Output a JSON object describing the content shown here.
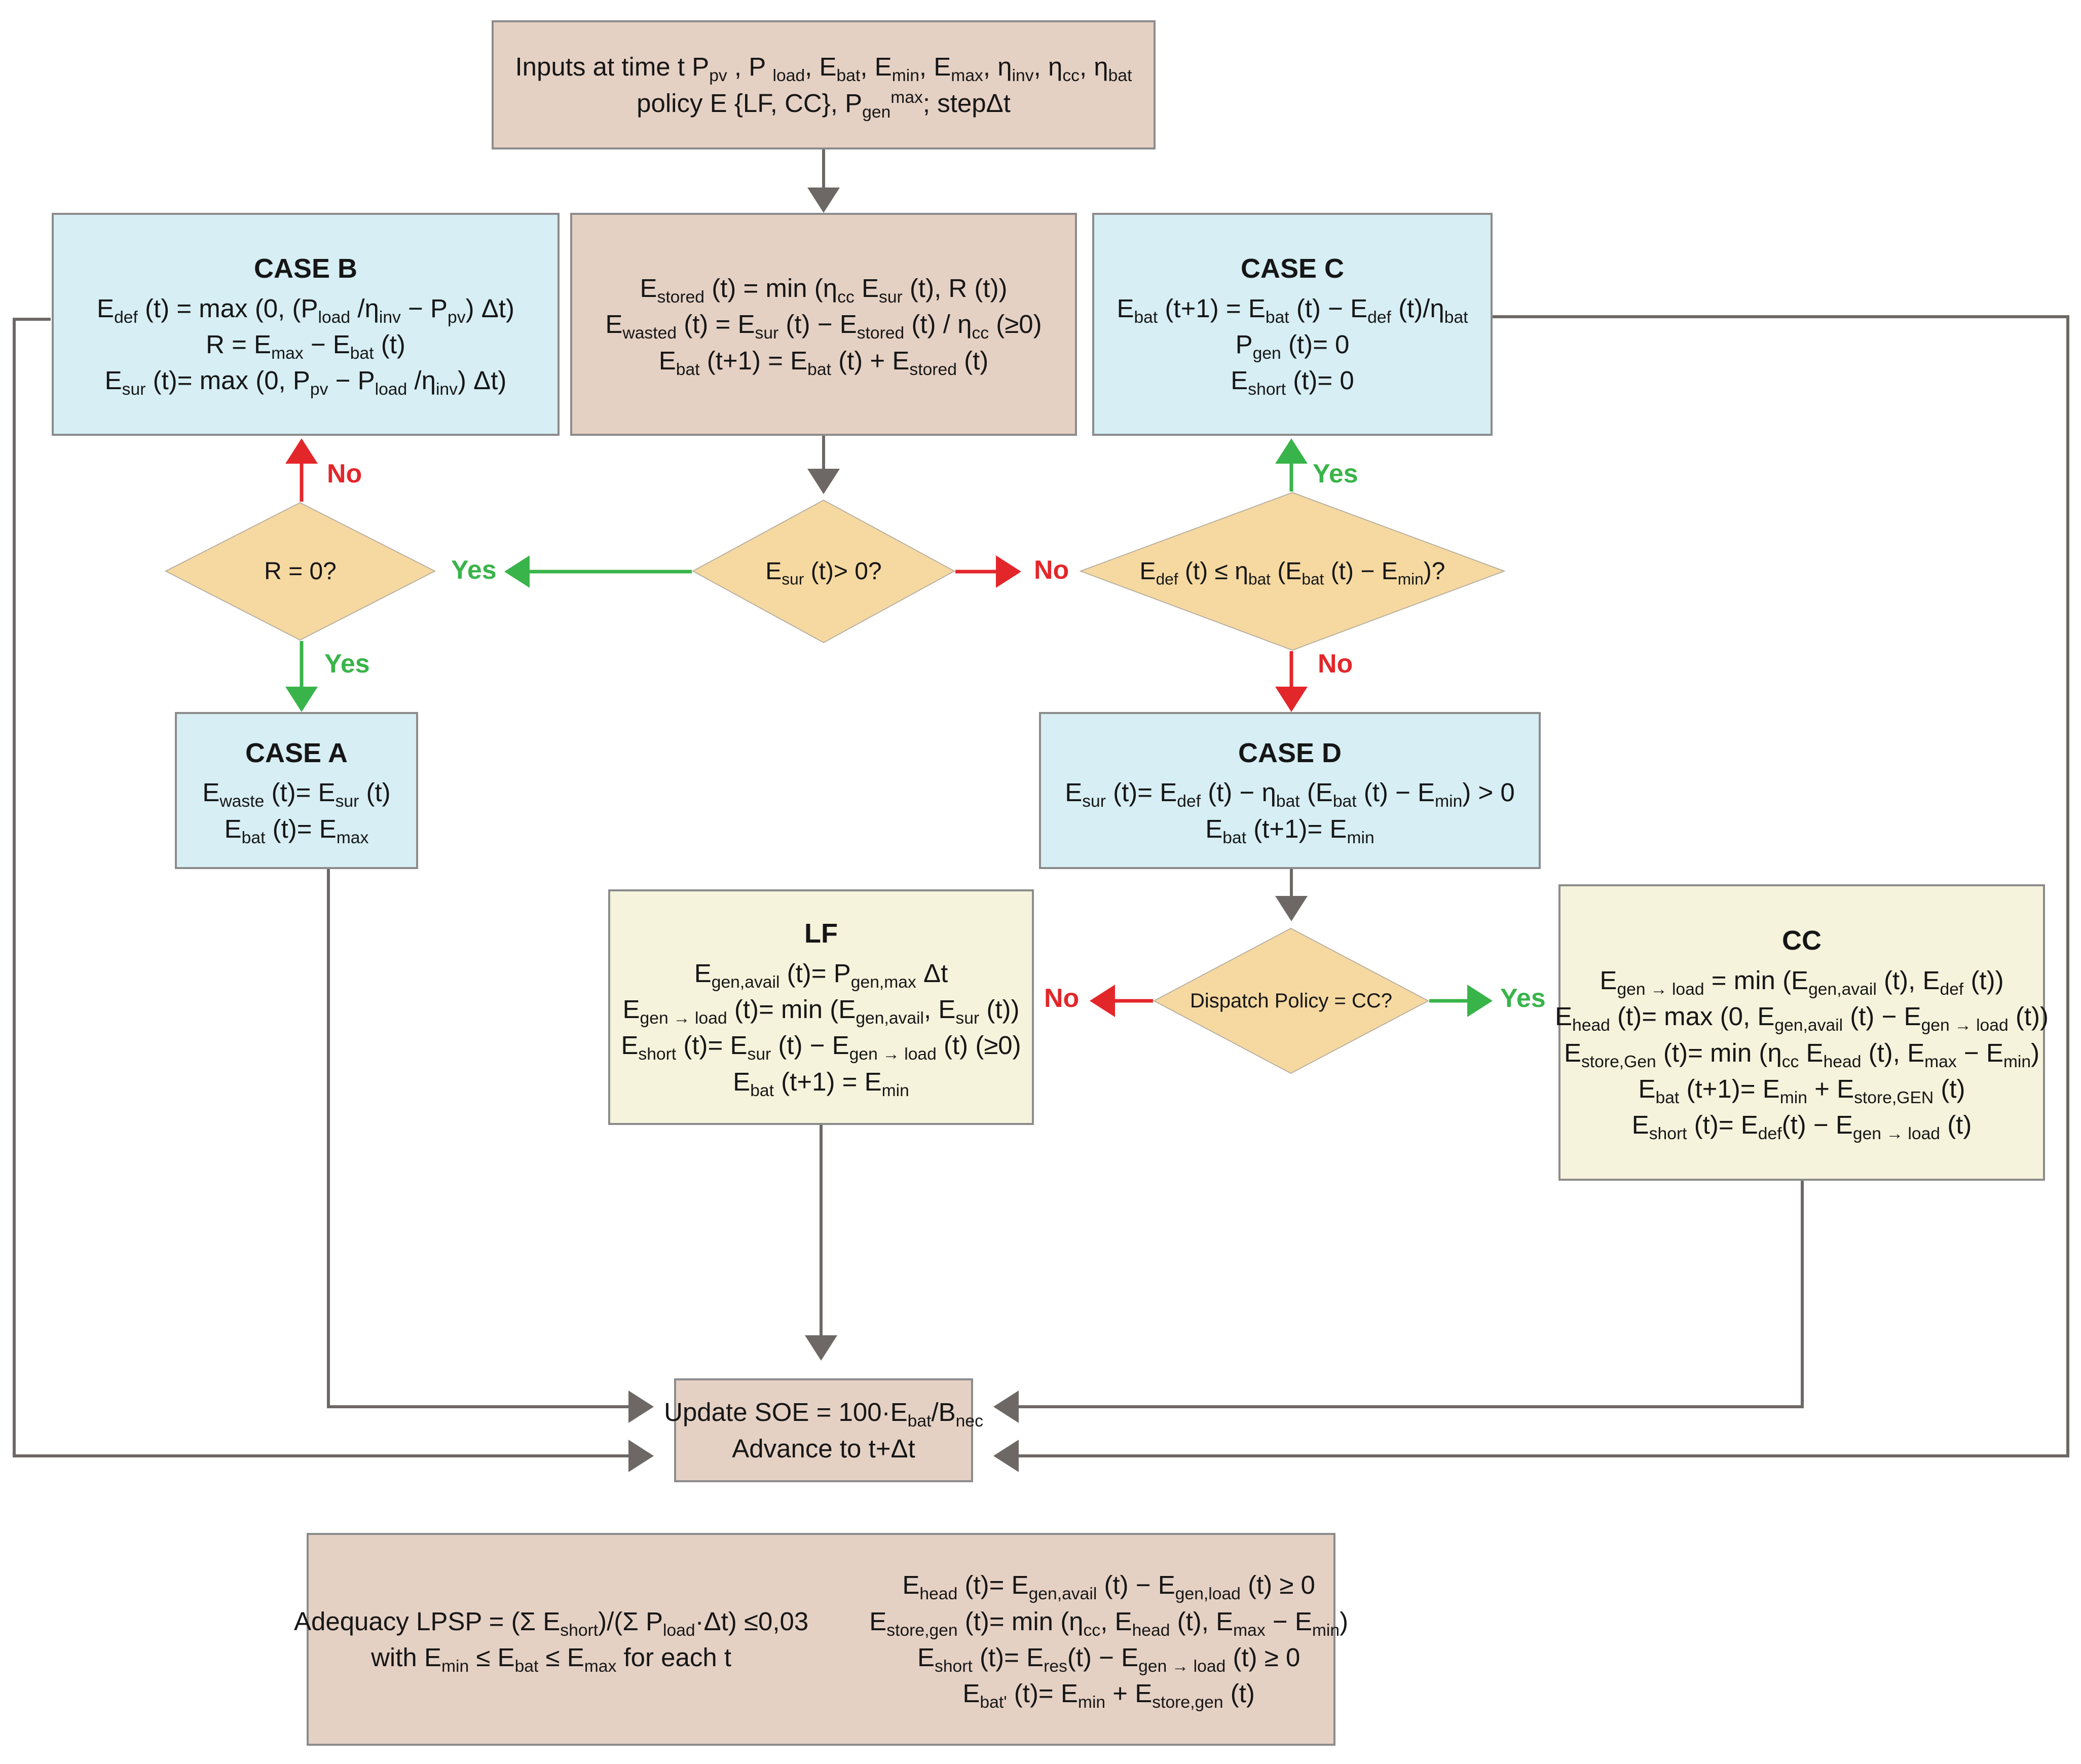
{
  "colors": {
    "tan": "#e5d1c4",
    "blue": "#d6eef4",
    "cream": "#f6f3dc",
    "diamond": "#f6d9a1",
    "arrow_gray": "#6d6866",
    "arrow_green": "#39b44a",
    "arrow_red": "#e3262a"
  },
  "inputs": {
    "line1": "Inputs at time t P<sub>pv</sub> , P <sub>load</sub>, E<sub>bat</sub>, E<sub>min</sub>, E<sub>max</sub>, η<sub>inv</sub>, η<sub>cc</sub>, η<sub>bat</sub>",
    "line2": "policy E {LF, CC}, P<sub>gen</sub><sup>max</sup>; stepΔt"
  },
  "case_b": {
    "title": "CASE B",
    "lines": [
      "E<sub>def</sub> (t) = max (0, (P<sub>load</sub> /η<sub>inv</sub> − P<sub>pv</sub>) Δt)",
      "R = E<sub>max</sub> − E<sub>bat</sub> (t)",
      "E<sub>sur</sub> (t)= max (0, P<sub>pv</sub> − P<sub>load</sub> /η<sub>inv</sub>) Δt)"
    ]
  },
  "stored_box": {
    "lines": [
      "E<sub>stored</sub> (t) = min (η<sub>cc</sub> E<sub>sur</sub> (t), R (t))",
      "E<sub>wasted</sub> (t) = E<sub>sur</sub> (t) − E<sub>stored</sub> (t) / η<sub>cc</sub> (≥0)",
      "E<sub>bat</sub> (t+1) = E<sub>bat</sub> (t) + E<sub>stored</sub> (t)"
    ]
  },
  "case_c": {
    "title": "CASE C",
    "lines": [
      "E<sub>bat</sub> (t+1) = E<sub>bat</sub> (t) − E<sub>def</sub> (t)/η<sub>bat</sub>",
      "P<sub>gen</sub> (t)= 0",
      "E<sub>short</sub> (t)= 0"
    ]
  },
  "diamonds": {
    "r_zero": "R = 0?",
    "esur": "E<sub>sur</sub> (t)> 0?",
    "edef": "E<sub>def</sub> (t) ≤ η<sub>bat</sub> (E<sub>bat</sub> (t) − E<sub>min</sub>)?",
    "dispatch": "Dispatch Policy = CC?"
  },
  "labels": {
    "yes": "Yes",
    "no": "No"
  },
  "case_a": {
    "title": "CASE A",
    "lines": [
      "E<sub>waste</sub> (t)= E<sub>sur</sub> (t)",
      "E<sub>bat</sub> (t)= E<sub>max</sub>"
    ]
  },
  "case_d": {
    "title": "CASE D",
    "lines": [
      "E<sub>sur</sub> (t)= E<sub>def</sub> (t) − η<sub>bat</sub> (E<sub>bat</sub> (t) − E<sub>min</sub>) > 0",
      "E<sub>bat</sub> (t+1)= E<sub>min</sub>"
    ]
  },
  "lf": {
    "title": "LF",
    "lines": [
      "E<sub>gen,avail</sub> (t)= P<sub>gen,max</sub> Δt",
      "E<sub>gen → load</sub> (t)= min (E<sub>gen,avail</sub>, E<sub>sur</sub> (t))",
      "E<sub>short</sub> (t)= E<sub>sur</sub> (t) − E<sub>gen → load</sub> (t) (≥0)",
      "E<sub>bat</sub> (t+1) = E<sub>min</sub>"
    ]
  },
  "cc": {
    "title": "CC",
    "lines": [
      "E<sub>gen → load</sub> = min (E<sub>gen,avail</sub> (t), E<sub>def</sub> (t))",
      "E<sub>head</sub> (t)= max (0, E<sub>gen,avail</sub> (t) − E<sub>gen → load</sub> (t))",
      "E<sub>store,Gen</sub> (t)= min (η<sub>cc</sub> E<sub>head</sub> (t), E<sub>max</sub> − E<sub>min</sub>)",
      "E<sub>bat</sub> (t+1)= E<sub>min</sub> + E<sub>store,GEN</sub> (t)",
      "E<sub>short</sub> (t)= E<sub>def</sub>(t) − E<sub>gen → load</sub> (t)"
    ]
  },
  "update": {
    "line1": "Update SOE = 100·E<sub>bat</sub>/B<sub>nec</sub>",
    "line2": "Advance to t+Δt"
  },
  "adequacy": {
    "left": [
      "Adequacy LPSP = (Σ E<sub>short</sub>)/(Σ P<sub>load</sub>·Δt) ≤0,03",
      "with E<sub>min</sub> ≤ E<sub>bat</sub> ≤ E<sub>max</sub> for each t"
    ],
    "right": [
      "E<sub>head</sub> (t)= E<sub>gen,avail</sub> (t) − E<sub>gen,load</sub> (t) ≥ 0",
      "E<sub>store,gen</sub> (t)= min (η<sub>cc</sub>, E<sub>head</sub> (t), E<sub>max</sub> − E<sub>min</sub>)",
      "E<sub>short</sub> (t)= E<sub>res</sub>(t) − E<sub>gen → load</sub> (t) ≥ 0",
      "E<sub>bat'</sub> (t)= E<sub>min</sub> + E<sub>store,gen</sub> (t)"
    ]
  }
}
